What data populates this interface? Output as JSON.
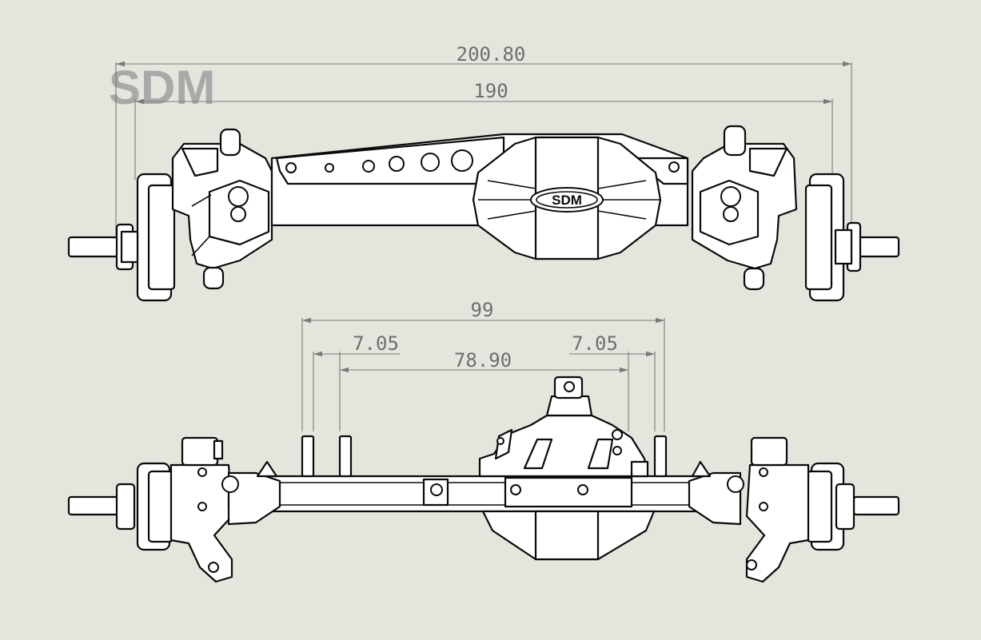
{
  "brand": {
    "watermark": "SDM",
    "housing_logo": "SDM"
  },
  "dimensions": {
    "overall_width": "200.80",
    "hub_width": "190",
    "link_mount_span": "99",
    "left_offset": "7.05",
    "right_offset": "7.05",
    "inner_span": "78.90"
  },
  "views": [
    {
      "id": "top-view"
    },
    {
      "id": "front-view"
    }
  ]
}
